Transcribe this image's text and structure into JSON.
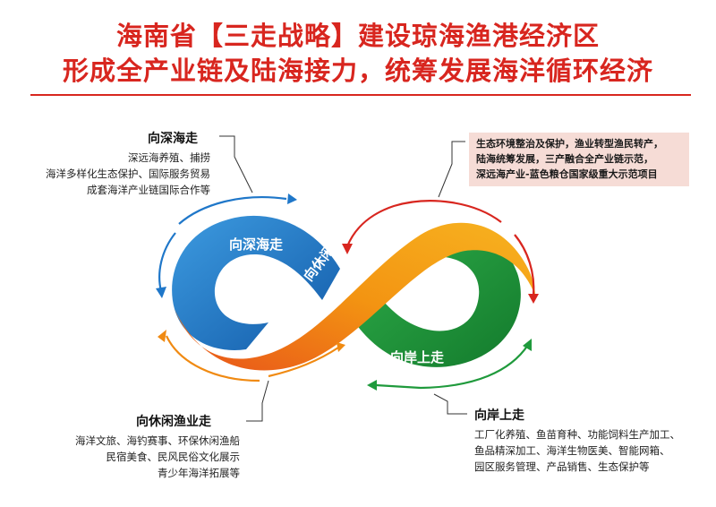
{
  "title": {
    "line1": "海南省【三走战略】建设琼海渔港经济区",
    "line2": "形成全产业链及陆海接力，统筹发展海洋循环经济"
  },
  "loop_labels": {
    "deep": "向深海走",
    "leisure": "向休闲渔业走",
    "shore": "向岸上走"
  },
  "blocks": {
    "deep_sea": {
      "heading": "向深海走",
      "lines": [
        "深远海养殖、捕捞",
        "海洋多样化生态保护、国际服务贸易",
        "成套海洋产业链国际合作等"
      ]
    },
    "top_right": {
      "lines": [
        "生态环境整治及保护，渔业转型渔民转产，",
        "陆海统筹发展，三产融合全产业链示范，",
        "深远海产业-蓝色粮仓国家级重大示范项目"
      ]
    },
    "leisure": {
      "heading": "向休闲渔业走",
      "lines": [
        "海洋文旅、海钓赛事、环保休闲渔船",
        "民宿美食、民风民俗文化展示",
        "青少年海洋拓展等"
      ]
    },
    "shore": {
      "heading": "向岸上走",
      "lines": [
        "工厂化养殖、鱼苗育种、功能饲料生产加工、",
        "鱼品精深加工、海洋生物医美、智能网箱、",
        "园区服务管理、产品销售、生态保护等"
      ]
    }
  },
  "colors": {
    "red": "#d8261f",
    "blue": "#1f77c9",
    "orange": "#f08a12",
    "green": "#1f9a3c",
    "pink_box": "#f6dcd6"
  }
}
